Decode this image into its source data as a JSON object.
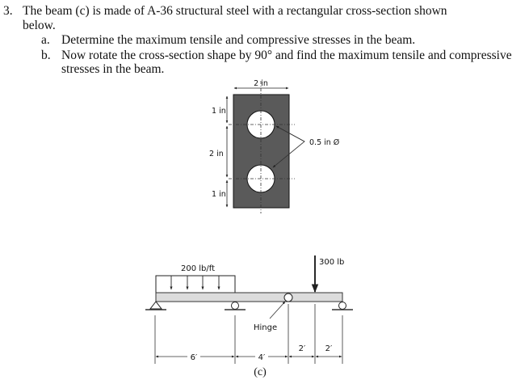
{
  "problem": {
    "number": "3.",
    "intro_line1": "The beam (c) is made of A-36 structural steel with a rectangular cross-section shown",
    "intro_line2": "below.",
    "parts": [
      {
        "label": "a.",
        "line1": "Determine the maximum tensile and compressive stresses in the beam."
      },
      {
        "label": "b.",
        "line1": "Now rotate the cross-section shape by 90° and find the maximum tensile and compressive",
        "line2": "stresses in the beam."
      }
    ]
  },
  "cross_section": {
    "width_label": "2 in",
    "top_label": "1 in",
    "middle_label": "2 in",
    "bottom_label": "1 in",
    "hole_label": "0.5 in Ø",
    "fill_color": "#5a5a5a"
  },
  "beam": {
    "distributed_load_label": "200 lb/ft",
    "point_load_label": "300 lb",
    "hinge_label": "Hinge",
    "spans": [
      "6′",
      "4′",
      "2′",
      "2′"
    ],
    "caption": "(c)",
    "beam_color": "#dcdcdc"
  }
}
